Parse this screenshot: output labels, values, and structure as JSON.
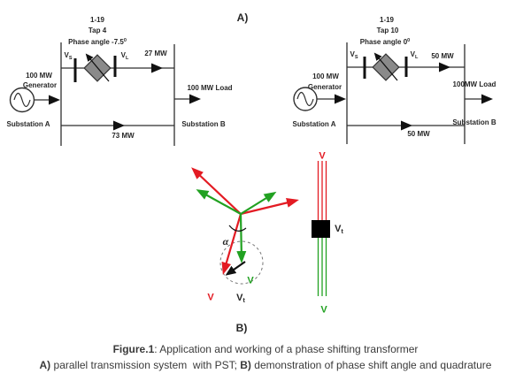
{
  "panel_a": {
    "label": "A)",
    "left": {
      "feeder_id": "1-19",
      "tap": "Tap 4",
      "phase_angle": "Phase angle -7.5",
      "phase_angle_sup": "0",
      "vs": {
        "main": "V",
        "sub": "S"
      },
      "vl": {
        "main": "V",
        "sub": "L"
      },
      "pst_flow": "27 MW",
      "generator_line1": "100 MW",
      "generator_line2": "Generator",
      "substation_a": "Substation A",
      "line_flow": "73 MW",
      "load": "100 MW Load",
      "substation_b": "Substation B"
    },
    "right": {
      "feeder_id": "1-19",
      "tap": "Tap 10",
      "phase_angle": "Phase angle 0",
      "phase_angle_sup": "0",
      "vs": {
        "main": "V",
        "sub": "S"
      },
      "vl": {
        "main": "V",
        "sub": "L"
      },
      "pst_flow": "50 MW",
      "generator_line1": "100 MW",
      "generator_line2": "Generator",
      "substation_a": "Substation A",
      "line_flow": "50 MW",
      "load": "100MW Load",
      "substation_b": "Substation B"
    }
  },
  "panel_b": {
    "label": "B)",
    "alpha": "α",
    "phasor_v_source": "V",
    "phasor_v_load": "V",
    "phasor_vt": {
      "main": "V",
      "sub": "t"
    },
    "bundle_v_top": "V",
    "bundle_vt": {
      "main": "V",
      "sub": "t"
    },
    "bundle_v_bottom": "V"
  },
  "caption": {
    "line1_bold": "Figure.1",
    "line1_rest": ": Application and working of a phase shifting transformer",
    "line2_bold_a": "A)",
    "line2_text_a": " parallel transmission system  with PST; ",
    "line2_bold_b": "B)",
    "line2_text_b": " demonstration of phase shift angle and quadrature"
  },
  "colors": {
    "red": "#e31b23",
    "green": "#21a121",
    "transformer_fill": "#8a8a8a",
    "line": "#2f2f2f"
  }
}
